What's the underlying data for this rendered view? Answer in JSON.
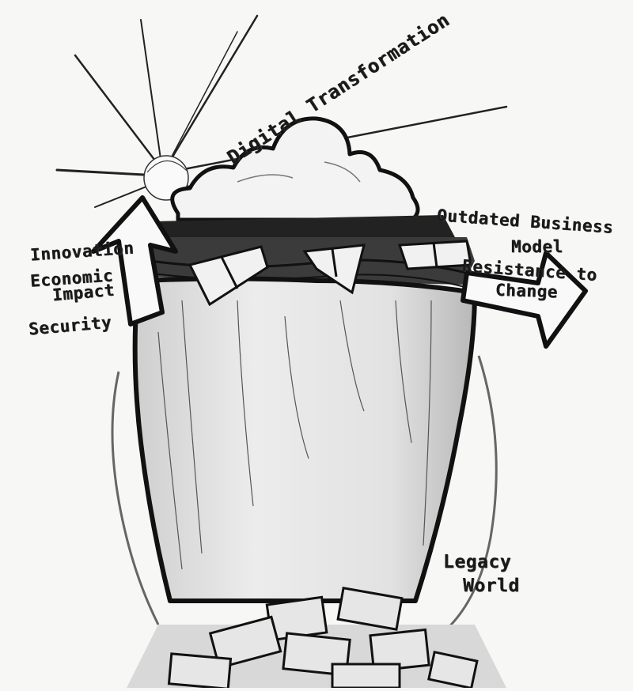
{
  "labels": {
    "digital_transformation": "Digital Transformation",
    "innovation": "Innovation",
    "economic": "Economic",
    "impact": "Impact",
    "security": "Security",
    "outdated_business": "Outdated Business",
    "model": "Model",
    "resistance_to": "Resistance to",
    "change": "Change",
    "legacy": "Legacy",
    "world": "World"
  },
  "colors": {
    "ink": "#1a1a1a",
    "paper": "#f7f7f5",
    "shade": "#9a9a9a"
  }
}
